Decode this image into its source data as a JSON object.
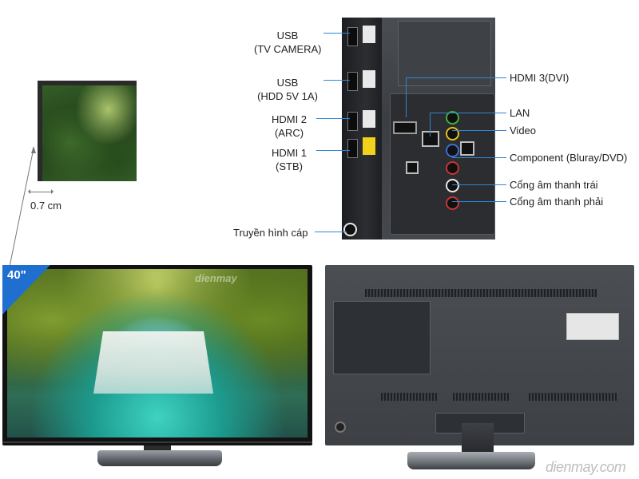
{
  "left_labels": {
    "usb_camera": [
      "USB",
      "(TV CAMERA)"
    ],
    "usb_hdd": [
      "USB",
      "(HDD 5V 1A)"
    ],
    "hdmi2": [
      "HDMI 2",
      "(ARC)"
    ],
    "hdmi1": [
      "HDMI 1",
      "(STB)"
    ],
    "cable_tv": "Truyền hình cáp"
  },
  "right_labels": {
    "hdmi3": "HDMI 3(DVI)",
    "lan": "LAN",
    "video": "Video",
    "component": "Component (Bluray/DVD)",
    "audio_left": "Cổng âm thanh trái",
    "audio_right": "Cổng âm thanh phải"
  },
  "bezel_thickness": "0.7 cm",
  "screen_size_badge": "40\"",
  "watermark": "dienmay.com",
  "colors": {
    "callout_line": "#2f86d6",
    "badge": "#1f6fd0"
  },
  "icons": {
    "measure": "double-arrow-icon"
  }
}
